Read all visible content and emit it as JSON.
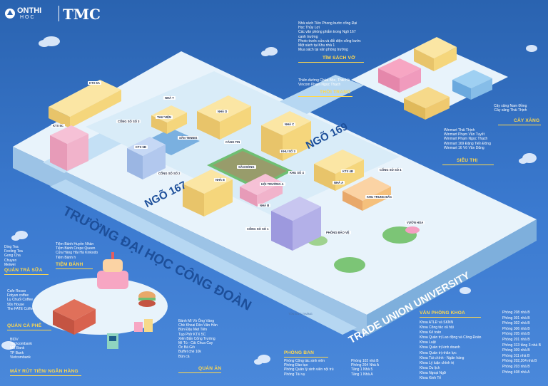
{
  "logos": {
    "onthi_1": "ONTHI",
    "onthi_2": "HOC",
    "tmc": "TMC"
  },
  "roads": {
    "ngo169": "NGÕ 169",
    "ngo167": "NGÕ 167",
    "ten_duong": "TRƯỜNG ĐẠI HỌC CÔNG ĐOÀN",
    "ten_anh": "TRADE UNION UNIVERSITY",
    "ton_duc_thang": "TÔN ĐỨC THẮNG"
  },
  "buildings": {
    "kta_5a": "KTX 5A",
    "nha_t": "NHÀ T",
    "nha_d": "NHÀ D",
    "cong_so_3": "CỔNG SỐ SỐ 3",
    "thu_vien": "THƯ VIỆN",
    "ktx_5c": "KTX 5C",
    "san_tennis": "SÂN TENNIS",
    "cang_tin": "CĂNG TIN",
    "nha_c": "NHÀ C",
    "ktx_5b": "KTX 5B",
    "khu_so_3": "KHU SỐ 3",
    "san_bong": "SÂN BÓNG",
    "cong_so_2": "CỔNG SỐ SỐ 2",
    "nha_e": "NHÀ E",
    "ktx_4b": "KTX 4B",
    "khu_so_4": "KHU SỐ 4",
    "hoi_truong": "HỘI TRƯỜNG A",
    "nha_a": "NHÀ A",
    "khu_trung_bac": "KHU TRUNG BẮC",
    "nha_b": "NHÀ B",
    "cong_so_1": "CỔNG SỐ SỐ 1",
    "phong_bao_ve": "PHÒNG BẢO VỆ",
    "vuon_hoa": "VƯỜN HOA",
    "cong_so_4": "CỔNG SỐ SỐ 4"
  },
  "tim_sach_vo": {
    "title": "TÌM SÁCH VỞ",
    "items": [
      "Nhà sách Tiền Phong bước cổng Đại",
      "Học Thủy Lợi",
      "Các văn phòng phẩm trong Ngõ 167",
      "cạnh trường",
      "Photo trước cửa và đối diện cổng bước",
      "Một sách tại Khu nhà 1",
      "Mua sách tại văn phòng trường"
    ]
  },
  "thoi_trang": {
    "title": "THỜI TRANG",
    "items": [
      "Thiên đường Chùa Bộc, Thái Hà",
      "Vincom Phạm Ngọc Thạch"
    ]
  },
  "cay_xang": {
    "title": "CÂY XĂNG",
    "items": [
      "Cây xăng Nam Đồng",
      "Cây xăng Thái Thịnh"
    ]
  },
  "sieu_thi": {
    "title": "SIÊU THỊ",
    "items": [
      "Winmart Thái Thịnh",
      "Winmart Phạm Văn Tuyết",
      "Winmart Phạm Ngọc Thạch",
      "Winmart 169 Đặng Tiến Đông",
      "Winmart 16 Võ Văn Dũng"
    ]
  },
  "quan_tra_sua": {
    "title": "QUÁN TRÀ SỮA",
    "items": [
      "Ding Tea",
      "Feeling Tea",
      "Gong Cha",
      "Chuyen",
      "Meiwei"
    ]
  },
  "tiem_banh": {
    "title": "TIỆM BÁNH",
    "items": [
      "Tiệm Bánh Huyền Nhàn",
      "Tiệm Bánh Crepe Queen",
      "Cửa Hàng Hải Hà Kinkodo",
      "Tiệm Bánh h"
    ]
  },
  "quan_ca_phe": {
    "title": "QUÁN CÀ PHÊ",
    "items": [
      "Cafe Rosso",
      "Fotyun coffee",
      "Lụ Chuối Coffee",
      "90s House",
      "The FATE Coffee"
    ]
  },
  "may_rut_tien": {
    "title": "MÁY RÚT TIỀN/ NGÂN HÀNG",
    "items": [
      "BIDV",
      "Techcombank",
      "MB Bank",
      "TP Bank",
      "Vietcombank"
    ]
  },
  "quan_an": {
    "title": "QUÁN ĂN",
    "items": [
      "Bánh Mì Vò Ông Vàng",
      "Chè Khoai Dẻo Văn Hàn",
      "Bún Đậu Mẹt Tiên",
      "Tạp Phở KTX 5C",
      "Xiên Bẩn Cổng Trường",
      "Mì Tù - Cải Chua Cay",
      "Ốc Bà Giò",
      "Buffet chè 10k",
      "Bún cá"
    ]
  },
  "phong_ban": {
    "title": "PHÒNG BAN",
    "names": [
      "Phòng Công tác sinh viên",
      "Phòng Đào tạo",
      "Phòng Quản lý sinh viên nội trú",
      "Phòng Tài vụ"
    ],
    "places": [
      "Phòng 102 nhà B",
      "Phòng 204 Nhà A",
      "Tầng 1 Nhà 5",
      "Tầng 1 Nhà A"
    ]
  },
  "van_phong_khoa": {
    "title": "VĂN PHÒNG KHOA",
    "names": [
      "Khoa ATLĐ và SKNN",
      "Khoa Công tác xã hội",
      "Khoa Kế toán",
      "Khoa Quản trị Lao động và Công Đoàn",
      "Khoa Luật",
      "Khoa Quản trị kinh doanh",
      "Khoa Quản trị nhân lực",
      "Khoa Tài chính - Ngân hàng",
      "Khoa Lý luận chính trị",
      "Khoa Du lịch",
      "Khoa Ngoại Ngữ",
      "Khoa Kinh Tế"
    ],
    "places": [
      "Phòng 208 nhà B",
      "Phòng 301 nhà B",
      "Phòng 302 nhà B",
      "Phòng 306 nhà B",
      "Phòng 205 nhà B",
      "Phòng 201 nhà B",
      "Phòng 313 tầng 3 nhà B",
      "Phòng 309 nhà B",
      "Phòng 311 nhà B",
      "Phòng 202,204 nhà B",
      "Phòng 203 nhà B",
      "Phòng 408 nhà A"
    ]
  },
  "colors": {
    "bg": "#2f6dc0",
    "accent": "#ffd84d",
    "ground": "#cfe6f7",
    "road": "#9fcbed"
  }
}
